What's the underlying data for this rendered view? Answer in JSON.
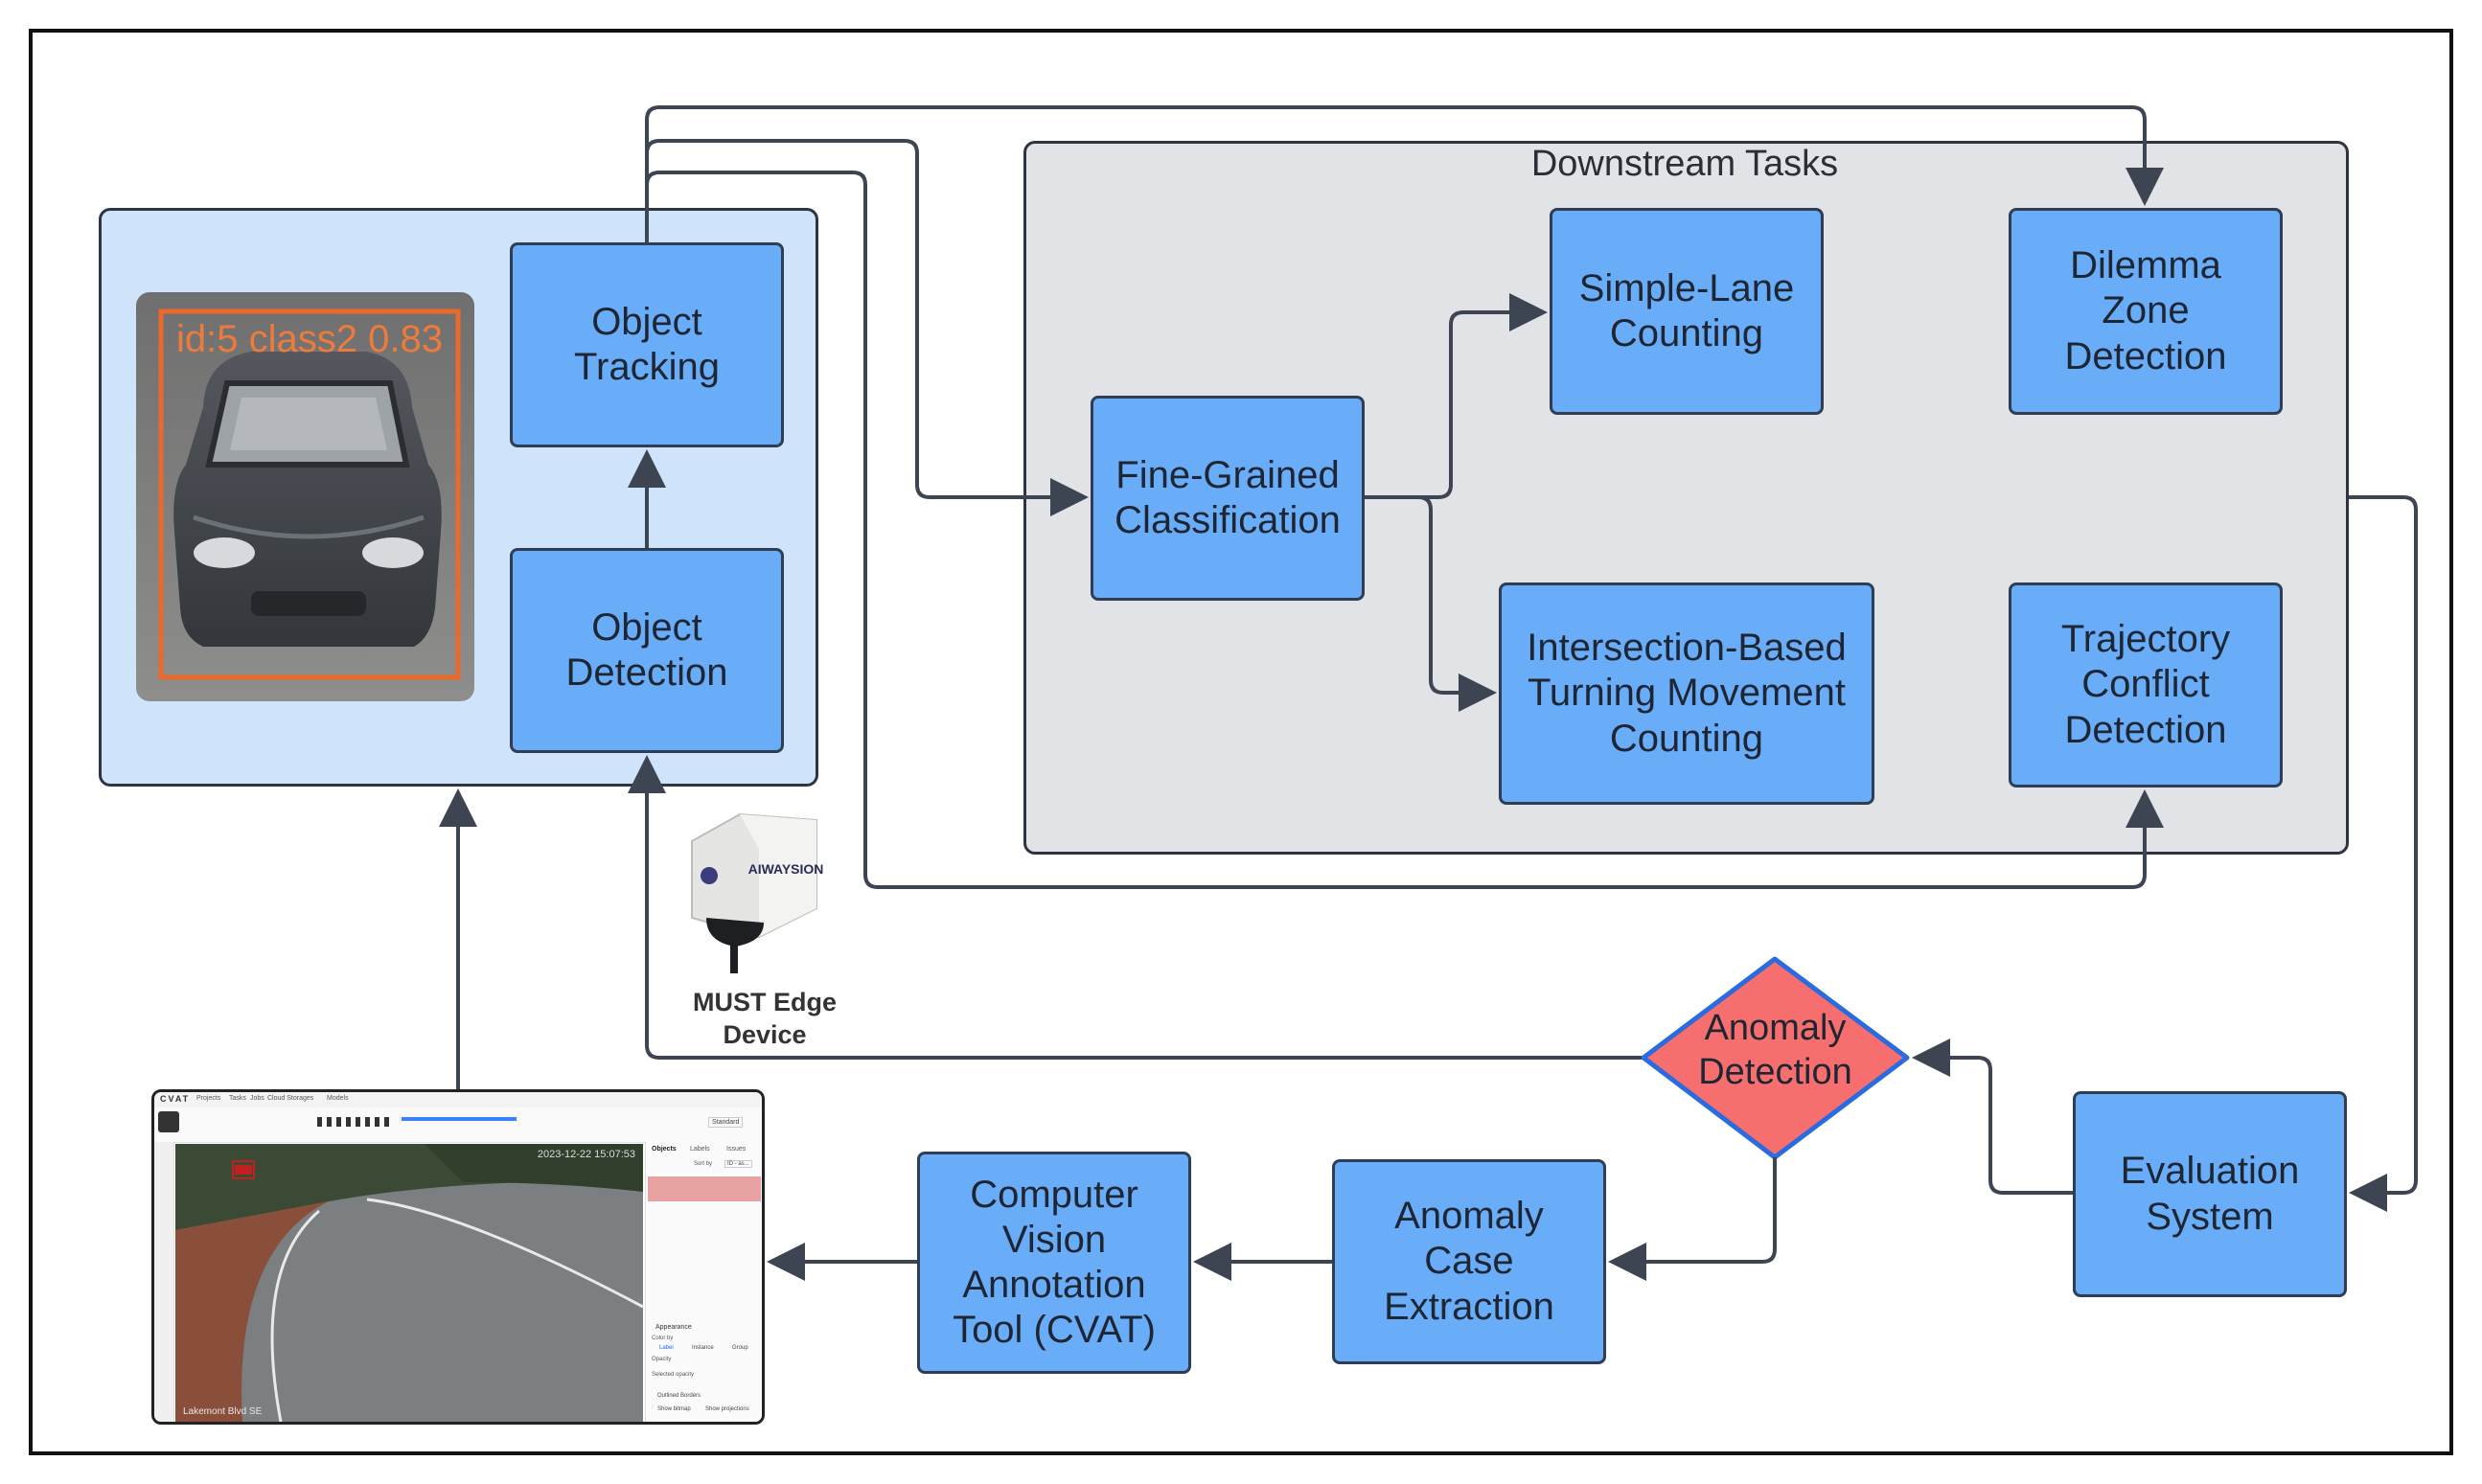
{
  "downstream_title": "Downstream Tasks",
  "nodes": {
    "object_tracking": "Object\nTracking",
    "object_detection": "Object\nDetection",
    "fine_grained": "Fine-Grained\nClassification",
    "simple_lane": "Simple-Lane\nCounting",
    "intersection": "Intersection-Based\nTurning Movement\nCounting",
    "dilemma": "Dilemma\nZone\nDetection",
    "trajectory": "Trajectory\nConflict\nDetection",
    "evaluation": "Evaluation\nSystem",
    "anomaly_detection": "Anomaly\nDetection",
    "anomaly_case": "Anomaly\nCase\nExtraction",
    "cvat": "Computer\nVision\nAnnotation\nTool (CVAT)"
  },
  "device": {
    "label": "MUST Edge\nDevice",
    "brand": "AIWAYSION"
  },
  "detection_image": {
    "bbox_label": "id:5 class2 0.83"
  },
  "cvat_screenshot": {
    "brand": "CVAT",
    "menu": [
      "Projects",
      "Tasks",
      "Jobs",
      "Cloud Storages",
      "Models"
    ],
    "tabs": [
      "Objects",
      "Labels",
      "Issues"
    ],
    "timestamp": "2023-12-22 15:07:53",
    "sort_by": "Sort by",
    "sort_value": "ID - as...",
    "layout": "Standard",
    "appearance": "Appearance",
    "color_by": "Color by",
    "color_options": [
      "Label",
      "Instance",
      "Group"
    ],
    "opacity": "Opacity",
    "selected_opacity": "Selected opacity",
    "outlined_borders": "Outlined Borders",
    "show_bitmap": "Show bitmap",
    "show_projections": "Show projections",
    "overlay_text": "Lakemont Blvd SE"
  },
  "colors": {
    "node_fill": "#69adf9",
    "node_border": "#2f3e55",
    "left_panel_fill": "#cfe3fb",
    "downstream_fill": "#e1e3e7",
    "decision_fill": "#f66e6e",
    "decision_border": "#2a6be0",
    "arrow": "#3d4452"
  }
}
